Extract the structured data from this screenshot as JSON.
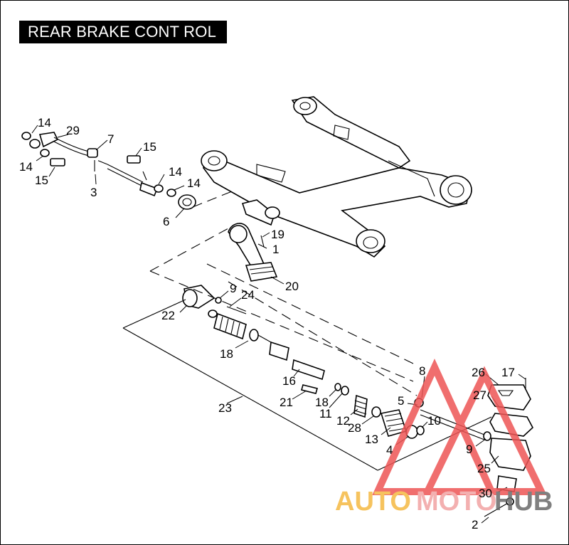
{
  "title": "REAR BRAKE CONT ROL",
  "callouts": [
    "14",
    "29",
    "7",
    "15",
    "14",
    "15",
    "3",
    "14",
    "14",
    "6",
    "19",
    "1",
    "20",
    "9",
    "24",
    "22",
    "18",
    "16",
    "8",
    "26",
    "17",
    "21",
    "18",
    "11",
    "5",
    "27",
    "12",
    "28",
    "10",
    "23",
    "13",
    "4",
    "9",
    "25",
    "30",
    "2"
  ],
  "watermark": {
    "auto": "AUTO",
    "moto": "MOTO",
    "hub": "HUB",
    "colors": {
      "auto": "#f5b942",
      "moto": "#f2a3a3",
      "hub": "#6a6a6a",
      "triangle": "#ee5555"
    }
  }
}
